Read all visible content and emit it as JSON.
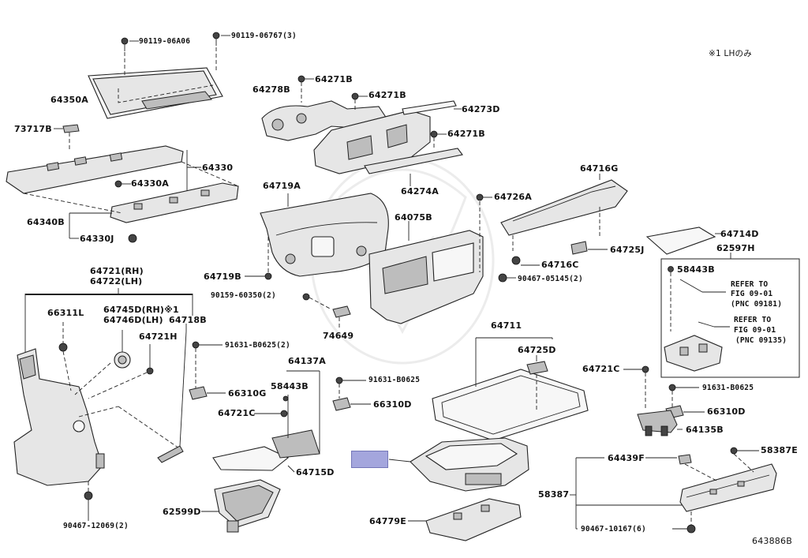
{
  "note": "※1 LHのみ",
  "figure_code": "643886B",
  "labels": {
    "p90119_06a06": "90119-06A06",
    "p90119_06767": "90119-06767(3)",
    "p64350a": "64350A",
    "p73717b": "73717B",
    "p64330": "64330",
    "p64330a": "64330A",
    "p64340b": "64340B",
    "p64330j": "64330J",
    "p64271b_1": "64271B",
    "p64278b": "64278B",
    "p64271b_2": "64271B",
    "p64273d": "64273D",
    "p64271b_3": "64271B",
    "p64274a": "64274A",
    "p64716g": "64716G",
    "p64726a": "64726A",
    "p64719a": "64719A",
    "p64075b": "64075B",
    "p64714d": "64714D",
    "p62597h": "62597H",
    "p64725j": "64725J",
    "p64716c": "64716C",
    "p58443b_r": "58443B",
    "p64719b": "64719B",
    "p90467_05145": "90467-05145(2)",
    "refer1_a": "REFER TO",
    "refer1_b": "FIG 09-01",
    "refer1_c": "(PNC 09181)",
    "refer2_a": "REFER TO",
    "refer2_b": "FIG 09-01",
    "refer2_c": "(PNC 09135)",
    "p64721_rh": "64721(RH)",
    "p64722_lh": "64722(LH)",
    "p90159_60350": "90159-60350(2)",
    "p74649": "74649",
    "p66311l": "66311L",
    "p64745d": "64745D(RH)※1",
    "p64746d": "64746D(LH)",
    "p64718b": "64718B",
    "p64721h": "64721H",
    "p91631_b0625_2": "91631-B0625(2)",
    "p64711": "64711",
    "p64725d": "64725D",
    "p64721c_r": "64721C",
    "p64137a": "64137A",
    "p91631_b0625_m": "91631-B0625",
    "p91631_b0625_r": "91631-B0625",
    "p58443b_m": "58443B",
    "p66310g": "66310G",
    "p66310d_m": "66310D",
    "p66310d_r": "66310D",
    "p64721c_m": "64721C",
    "p64135b": "64135B",
    "p64715d": "64715D",
    "p64439f": "64439F",
    "p58387e": "58387E",
    "p58387": "58387",
    "p62599d": "62599D",
    "p64779e": "64779E",
    "p90467_12069": "90467-12069(2)",
    "p90467_10167": "90467-10167(6)"
  },
  "highlight_color": "#a4a6dd"
}
